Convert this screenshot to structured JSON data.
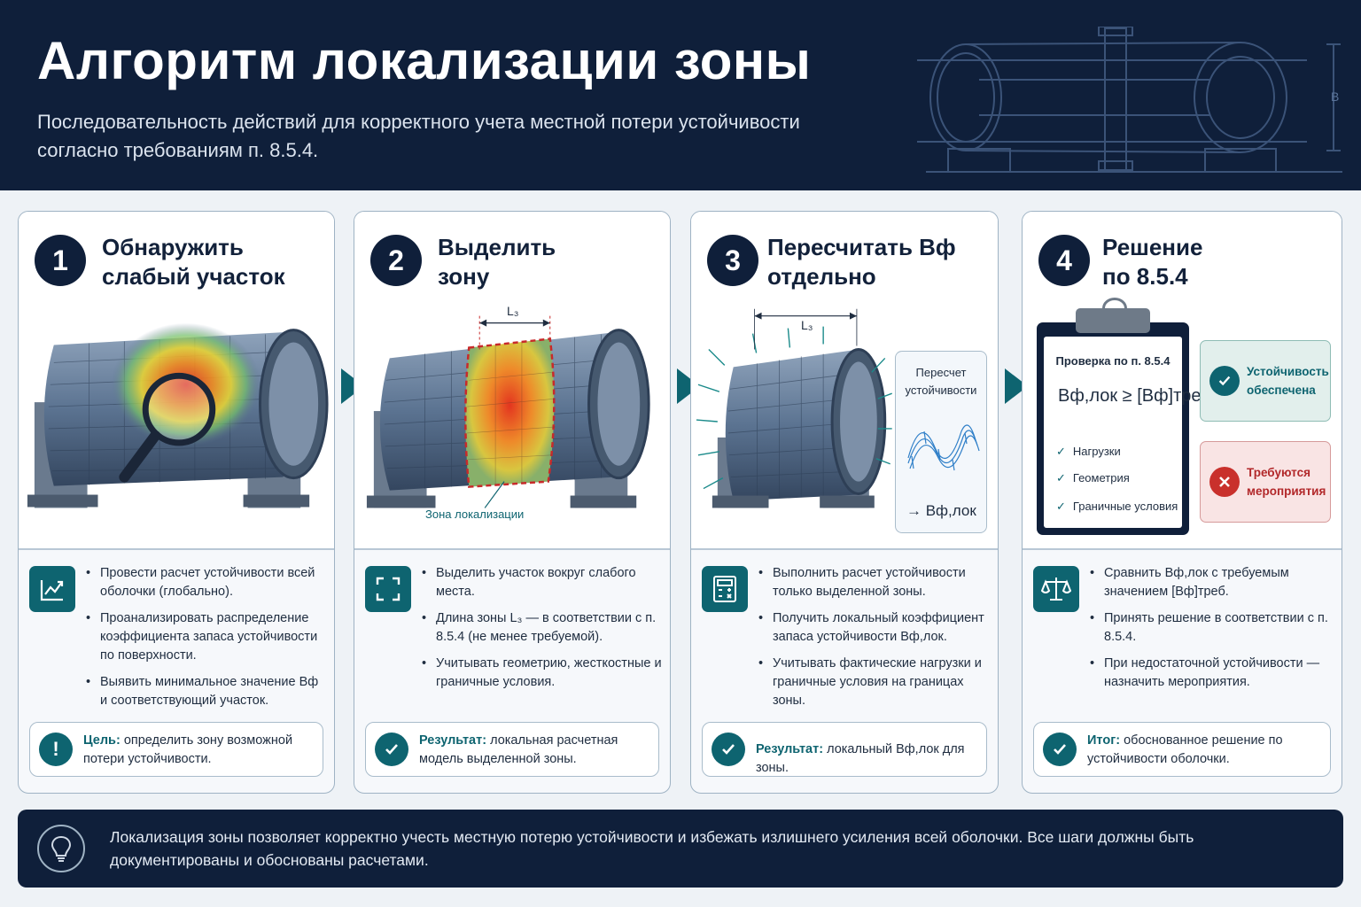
{
  "header": {
    "title": "Алгоритм локализации зоны",
    "subtitle": "Последовательность действий для корректного учета местной потери устойчивости согласно требованиям п. 8.5.4.",
    "drawing_label": "B"
  },
  "steps": [
    {
      "number": "1",
      "title_line1": "Обнаружить",
      "title_line2": "слабый участок",
      "bullets": [
        "Провести расчет устойчивости всей оболочки (глобально).",
        "Проанализировать распределение коэффициента запаса устойчивости по поверхности.",
        "Выявить минимальное значение Вф и соответствующий участок."
      ],
      "result_label": "Цель:",
      "result_text": "определить зону возможной потери устойчивости.",
      "icon": "chart-trend-icon"
    },
    {
      "number": "2",
      "title_line1": "Выделить",
      "title_line2": "зону",
      "dimension_label": "L₃",
      "zone_label": "Зона локализации",
      "bullets": [
        "Выделить участок вокруг слабого места.",
        "Длина зоны L₃ — в соответствии с п. 8.5.4 (не менее требуемой).",
        "Учитывать геометрию, жесткостные и граничные условия."
      ],
      "result_label": "Результат:",
      "result_text": "локальная расчетная модель выделенной зоны.",
      "icon": "select-zone-icon"
    },
    {
      "number": "3",
      "title_line1": "Пересчитать Вф",
      "title_line2": "отдельно",
      "dimension_label": "L₃",
      "recalc_label": "Пересчет устойчивости",
      "recalc_result": "→ Bф,лок",
      "bullets": [
        "Выполнить расчет устойчивости только выделенной зоны.",
        "Получить локальный коэффициент запаса устойчивости Bф,лок.",
        "Учитывать фактические нагрузки и граничные условия на границах зоны."
      ],
      "result_label": "Результат:",
      "result_text": "локальный Bф,лок для зоны.",
      "icon": "calculator-icon"
    },
    {
      "number": "4",
      "title_line1": "Решение",
      "title_line2": "по 8.5.4",
      "check_title": "Проверка по п. 8.5.4",
      "check_formula": "Bф,лок ≥ [Bф]треб",
      "checks": [
        "Нагрузки",
        "Геометрия",
        "Граничные условия"
      ],
      "ok_status": "Устойчивость обеспечена",
      "bad_status": "Требуются мероприятия",
      "bullets": [
        "Сравнить Bф,лок с требуемым значением [Bф]треб.",
        "Принять решение в соответствии с п. 8.5.4.",
        "При недостаточной устойчивости — назначить мероприятия."
      ],
      "result_label": "Итог:",
      "result_text": "обоснованное решение по устойчивости оболочки.",
      "icon": "scales-icon"
    }
  ],
  "footer": {
    "text": "Локализация зоны позволяет корректно учесть местную потерю устойчивости и избежать излишнего усиления всей оболочки. Все шаги должны быть документированы и обоснованы расчетами.",
    "icon": "lightbulb-icon"
  },
  "colors": {
    "navy": "#0f1f3a",
    "teal": "#0e6470",
    "ok": "#0e6470",
    "bad": "#c9302c"
  }
}
